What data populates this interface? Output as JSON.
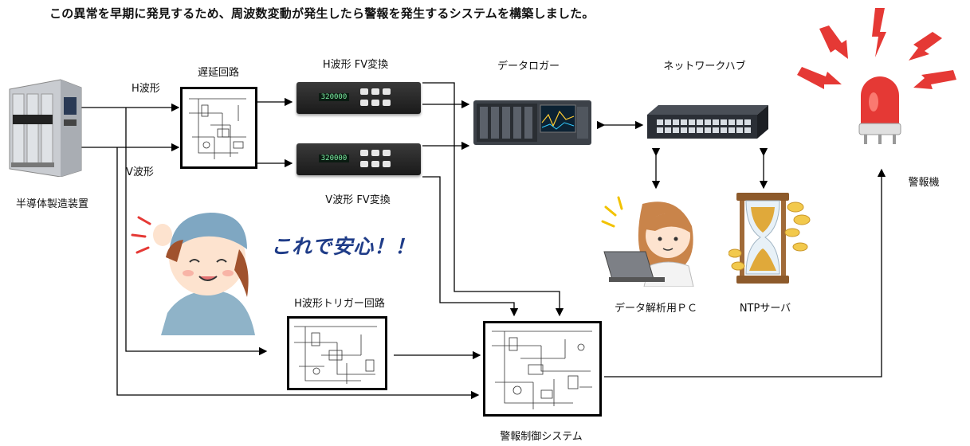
{
  "header": {
    "title": "この異常を早期に発見するため、周波数変動が発生したら警報を発生するシステムを構築しました。"
  },
  "nodes": {
    "semiconductor_equipment": "半導体製造装置",
    "delay_circuit": "遅延回路",
    "h_fv": "H波形 FV変換",
    "v_fv": "V波形 FV変換",
    "data_logger": "データロガー",
    "network_hub": "ネットワークハブ",
    "alarm": "警報機",
    "analysis_pc": "データ解析用ＰＣ",
    "ntp_server": "NTPサーバ",
    "h_trigger": "H波形トリガー回路",
    "alarm_control": "警報制御システム"
  },
  "signals": {
    "h_wave": "H波形",
    "v_wave": "V波形"
  },
  "annotations": {
    "slogan": "これで安心！！",
    "fv_display": "320000"
  },
  "colors": {
    "alarm_red": "#e53935",
    "slogan_blue": "#1f3c88",
    "hub_body": "#2b2f36"
  }
}
